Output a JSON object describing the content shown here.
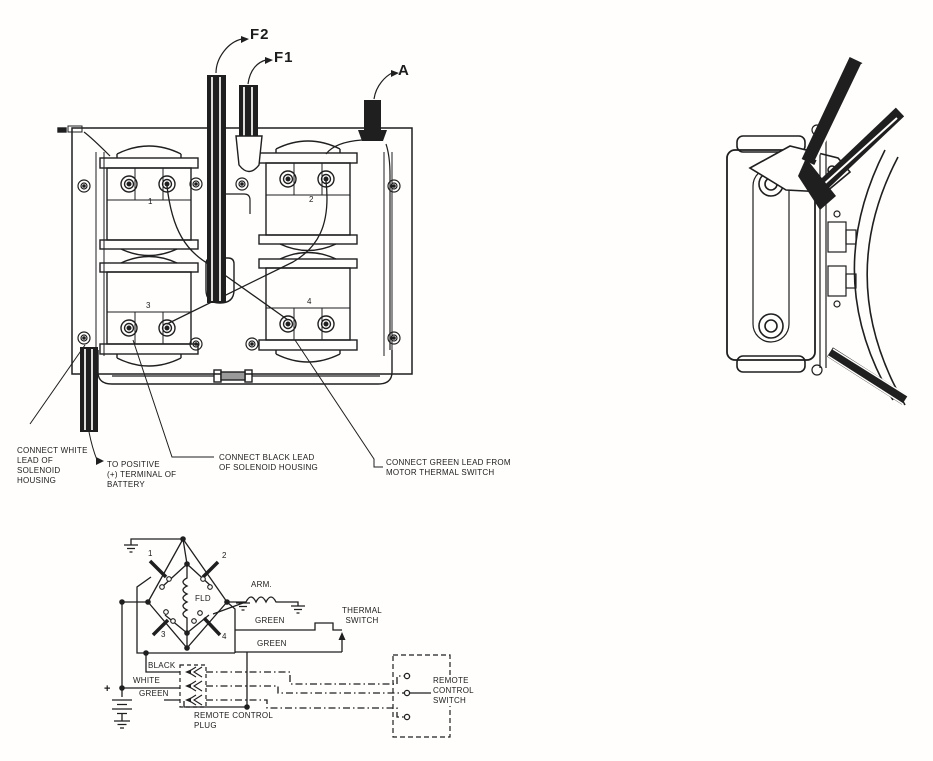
{
  "page": {
    "background": "#fffefd",
    "ink": "#1f1f1f"
  },
  "assembly_view": {
    "cable_labels": {
      "f2": "F2",
      "f1": "F1",
      "a": "A"
    },
    "solenoid_numbers": [
      "1",
      "2",
      "3",
      "4"
    ],
    "callouts": {
      "white_lead": [
        "CONNECT WHITE",
        "LEAD OF",
        "SOLENOID",
        "HOUSING"
      ],
      "positive_terminal": [
        "TO POSITIVE",
        "(+) TERMINAL OF",
        "BATTERY"
      ],
      "black_lead": [
        "CONNECT BLACK LEAD",
        "OF SOLENOID HOUSING"
      ],
      "green_lead": [
        "CONNECT GREEN LEAD FROM",
        "MOTOR THERMAL SWITCH"
      ]
    }
  },
  "schematic": {
    "switch_numbers": [
      "1",
      "2",
      "3",
      "4"
    ],
    "field_coil": "FLD",
    "armature": "ARM.",
    "thermal_switch": [
      "THERMAL",
      "SWITCH"
    ],
    "wire_labels": {
      "green_top": "GREEN",
      "green_mid": "GREEN",
      "black": "BLACK",
      "white": "WHITE",
      "green_plug": "GREEN"
    },
    "battery_plus": "+",
    "remote_plug": [
      "REMOTE CONTROL",
      "PLUG"
    ],
    "remote_switch": [
      "REMOTE",
      "CONTROL",
      "SWITCH"
    ]
  }
}
